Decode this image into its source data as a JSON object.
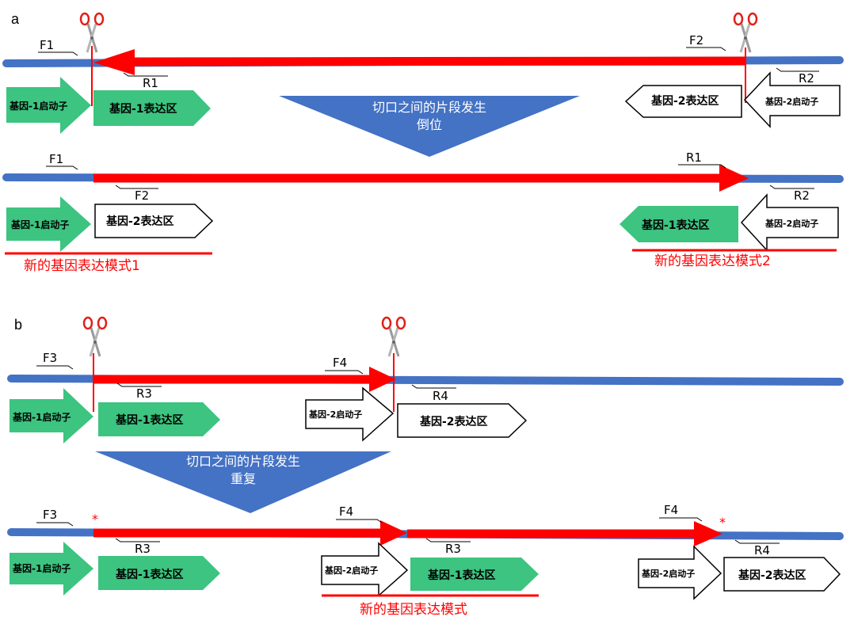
{
  "panels": {
    "a": "a",
    "b": "b"
  },
  "labels": {
    "promoter1": "基因-1启动子",
    "promoter2": "基因-2启动子",
    "expr1": "基因-1表达区",
    "expr2": "基因-2表达区",
    "new_mode_1": "新的基因表达模式1",
    "new_mode_2": "新的基因表达模式2",
    "new_mode": "新的基因表达模式",
    "inversion_line1": "切口之间的片段发生",
    "inversion_line2": "倒位",
    "dup_line1": "切口之间的片段发生",
    "dup_line2": "重复",
    "asterisk": "*"
  },
  "primers": {
    "F1": "F1",
    "F2": "F2",
    "R1": "R1",
    "R2": "R2",
    "F3": "F3",
    "F4": "F4",
    "R3": "R3",
    "R4": "R4"
  },
  "colors": {
    "dna": "#4472c4",
    "fragment": "#ff0000",
    "green": "#3cc480",
    "triangle": "#4472c4",
    "scissors": "#e0201a"
  },
  "icons": [
    "scissors-icon"
  ]
}
